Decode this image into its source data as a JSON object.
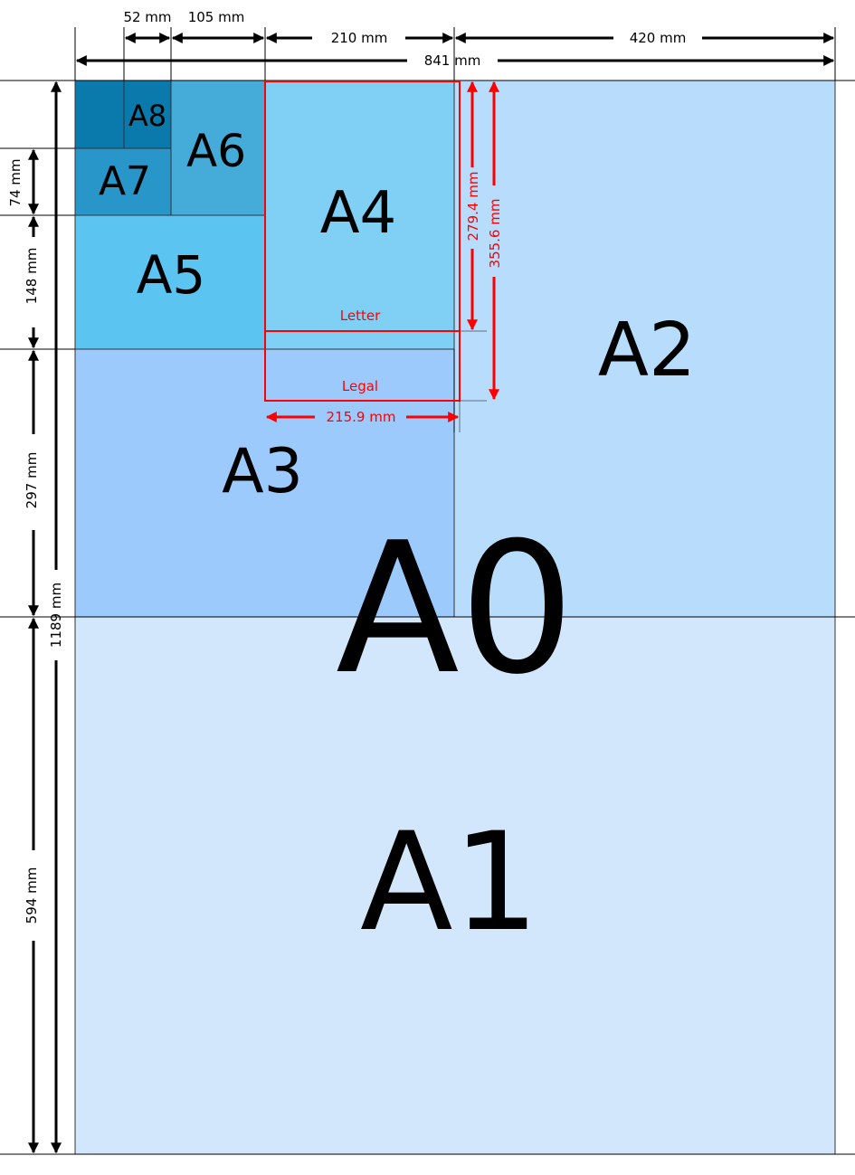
{
  "sheets": {
    "a0": {
      "label": "A0",
      "color": "#d2e7fc"
    },
    "a1": {
      "label": "A1",
      "color": "#d2e7fc"
    },
    "a2": {
      "label": "A2",
      "color": "#b8dcfc"
    },
    "a3": {
      "label": "A3",
      "color": "#9ccafc"
    },
    "a4": {
      "label": "A4",
      "color": "#80d0f5"
    },
    "a5": {
      "label": "A5",
      "color": "#5bc4f0"
    },
    "a6": {
      "label": "A6",
      "color": "#45acd9"
    },
    "a7": {
      "label": "A7",
      "color": "#2896c8"
    },
    "a8": {
      "label": "A8",
      "color": "#0a7aad"
    }
  },
  "us_sizes": {
    "letter": {
      "label": "Letter",
      "height": "279.4 mm"
    },
    "legal": {
      "label": "Legal",
      "height": "355.6 mm"
    },
    "width": "215.9 mm",
    "color": "#ff0000"
  },
  "dimensions": {
    "top": [
      "52 mm",
      "105 mm",
      "210 mm",
      "420 mm",
      "841 mm"
    ],
    "left": [
      "74 mm",
      "148 mm",
      "297 mm",
      "594 mm",
      "1189 mm"
    ]
  }
}
